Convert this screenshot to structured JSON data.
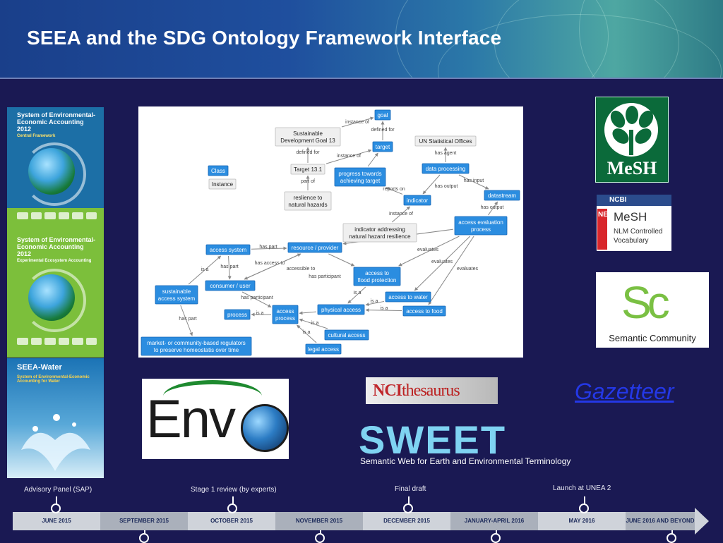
{
  "slide": {
    "title": "SEEA and the SDG Ontology Framework Interface"
  },
  "books": [
    {
      "title": "System of Environmental-Economic Accounting 2012",
      "subtitle": "Central Framework",
      "bg": "#1c6fa6"
    },
    {
      "title": "System of Environmental-Economic Accounting 2012",
      "subtitle": "Experimental Ecosystem Accounting",
      "bg": "#7cbf3b"
    },
    {
      "title": "SEEA-Water",
      "subtitle": "System of Environmental-Economic Accounting for Water",
      "bg": "#1b73b5"
    }
  ],
  "diagram": {
    "nodes": {
      "goal": "goal",
      "sdg13": "Sustainable\nDevelopment Goal 13",
      "target": "target",
      "unstat": "UN Statistical Offices",
      "target131": "Target 13.1",
      "class": "Class",
      "instance": "Instance",
      "progress": "progress towards\nachieving target",
      "dataproc": "data processing",
      "resilience": "reslience to\nnatural hazards",
      "indicator": "indicator",
      "datastream": "datastream",
      "ind_hazard": "indicator addressing\nnatural hazard resilience",
      "access_eval": "access evaluation\nprocess",
      "access_system": "access system",
      "resource": "resource / provider",
      "consumer": "consumer / user",
      "access_flood": "access to\nflood protection",
      "sustainable": "sustainable\naccess system",
      "access_water": "access to water",
      "process": "process",
      "access_process": "access\nprocess",
      "physical": "physical access",
      "access_food": "access to food",
      "cultural": "cultural access",
      "market": "market- or community-based regulators\nto preserve homeostatis over time",
      "legal": "legal access"
    },
    "edges": {
      "instance_of_1": "instance of",
      "defined_for_1": "defined for",
      "defined_for_2": "defined for",
      "instance_of_2": "instance of",
      "has_agent": "has agent",
      "part_of": "part of",
      "has_input": "has input",
      "has_output_1": "has output",
      "reports_on": "reports on",
      "has_output_2": "has output",
      "instance_of_3": "instance of",
      "has_part_1": "has part",
      "evaluates_1": "evaluates",
      "has_access_to": "has access to",
      "has_part_2": "has part",
      "accessible_to": "accessible to",
      "evaluates_2": "evaluates",
      "evaluates_3": "evaluates",
      "is_a_1": "is a",
      "has_participant_1": "has participant",
      "has_participant_2": "has participant",
      "is_a_2": "is a",
      "is_a_3": "is a",
      "is_a_4": "is a",
      "is_a_5": "is a",
      "is_a_6": "is a",
      "has_part_3": "has part",
      "is_a_7": "is a",
      "is_a_8": "is a"
    }
  },
  "logos": {
    "mesh": "MeSH",
    "ncbi_bar": "NCBI",
    "ncbi_new": "NEW",
    "ncbi_mesh": "MeSH",
    "ncbi_sub": "NLM Controlled\nVocabulary",
    "sc_glyph": "Sc",
    "sc_text": "Semantic Community",
    "envo_word": "Env",
    "nci_a": "NCI",
    "nci_b": "thesaurus",
    "gazetteer": "Gazetteer",
    "sweet": "SWEET",
    "sweet_sub": "Semantic Web for Earth and Environmental Terminology"
  },
  "timeline": {
    "segments": [
      "JUNE 2015",
      "SEPTEMBER 2015",
      "OCTOBER 2015",
      "NOVEMBER 2015",
      "DECEMBER 2015",
      "JANUARY-APRIL 2016",
      "MAY 2016",
      "JUNE 2016 AND BEYOND"
    ],
    "stages": [
      "Advisory Panel (SAP)",
      "Stage 1 review (by experts)",
      "Final draft",
      "Launch at UNEA 2"
    ]
  },
  "colors": {
    "node_fill": "#2b8de0",
    "node_stroke": "#1665b5",
    "box_fill": "#efefef",
    "edge": "#888888",
    "timeline_light": "#cfd3da",
    "timeline_dark": "#aab0bb"
  }
}
